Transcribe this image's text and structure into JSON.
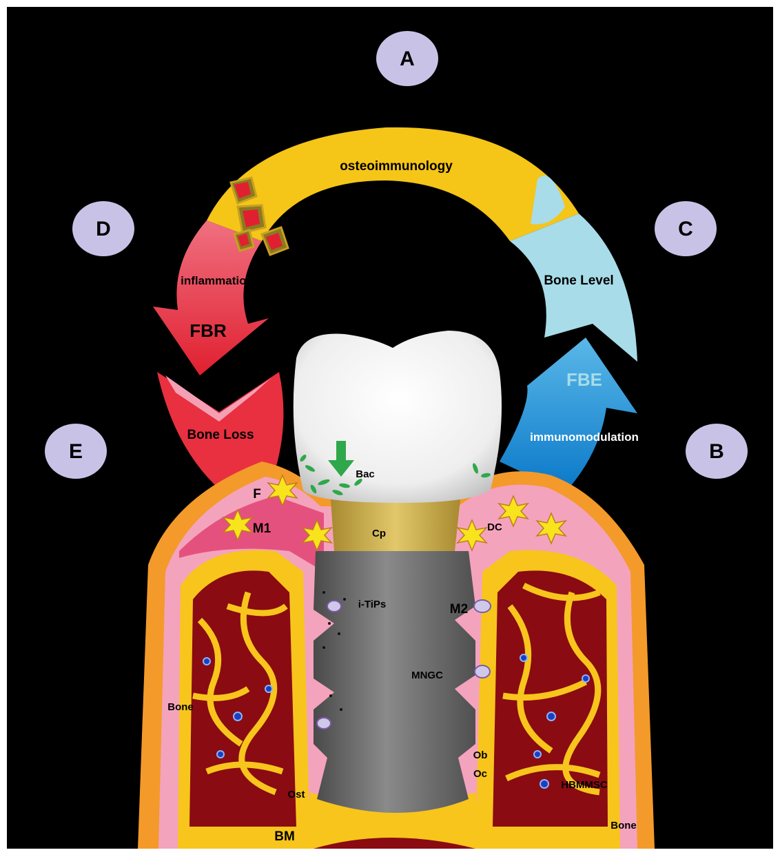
{
  "figure": {
    "panels": {
      "a": "A",
      "b": "B",
      "c": "C",
      "d": "D",
      "e": "E"
    },
    "arc": {
      "top": "osteoimmunology",
      "left_upper": "inflammation",
      "left_arrow": "FBR",
      "left_lower": "Bone Loss",
      "right_upper": "Bone Level",
      "right_arrow": "FBE",
      "right_lower": "immunomodulation"
    },
    "labels": {
      "bac": "Bac",
      "cp": "Cp",
      "f": "F",
      "m1": "M1",
      "dc": "DC",
      "itips": "i-TiPs",
      "m2": "M2",
      "mngc": "MNGC",
      "bone_left": "Bone",
      "bone_right": "Bone",
      "ob": "Ob",
      "oc": "Oc",
      "hbmmsc": "HBMMSC",
      "ost": "Ost",
      "bm": "BM"
    },
    "colors": {
      "background": "#000000",
      "osteoimmunology_band": "#f5c518",
      "inflammation_red": "#e8475a",
      "bone_level_blue": "#a8dce8",
      "fbe_blue": "#1b8fd6",
      "panel_circle": "#c8c3e6",
      "gingiva_orange": "#f39a2a",
      "soft_tissue_pink": "#f4a3bd",
      "bone_yellow": "#f7c51c",
      "marrow_red": "#8a0b12",
      "implant_gray": "#6b6b6b",
      "abutment_gold": "#c9a84a",
      "crown_white": "#f5f5f5",
      "arrow_green": "#2ea84a"
    }
  }
}
